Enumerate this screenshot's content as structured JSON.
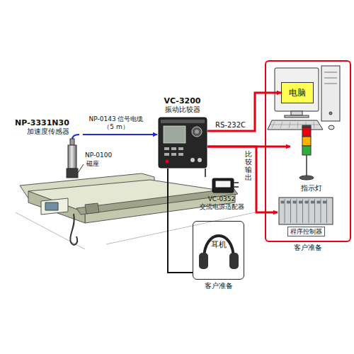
{
  "diagram": {
    "nodes": [
      {
        "text": [
          "客户准备"
        ]
      },
      {
        "text": [
          "电脑"
        ],
        "in": 0
      },
      {
        "text": [
          "指示灯"
        ],
        "in": 0
      },
      {
        "text": [
          "程序控制器"
        ],
        "in": 0
      },
      {
        "text": [
          "耳机",
          "客户准备"
        ]
      },
      {
        "text": [
          "VC-3200",
          "振动比较器"
        ]
      },
      {
        "text": [
          "NP-3331N30",
          "加速度传感器"
        ]
      },
      {
        "text": [
          "VC-0352",
          "交流电源适配器"
        ]
      }
    ],
    "edges": [
      {
        "from": 6,
        "to": 5,
        "arrow": "to",
        "label": "NP-0143 信号电缆（5 m）"
      },
      {
        "from": 5,
        "to": 1,
        "arrow": "to",
        "label": "RS-232C"
      },
      {
        "from": 5,
        "to": 2,
        "arrow": "to",
        "label": "比较输出"
      },
      {
        "from": 5,
        "to": 3,
        "arrow": "to"
      },
      {
        "from": 5,
        "to": 4,
        "arrow": "none"
      },
      {
        "from": 5,
        "to": 7,
        "arrow": "none"
      }
    ],
    "labels": [
      "NP-0100",
      "磁座"
    ]
  }
}
